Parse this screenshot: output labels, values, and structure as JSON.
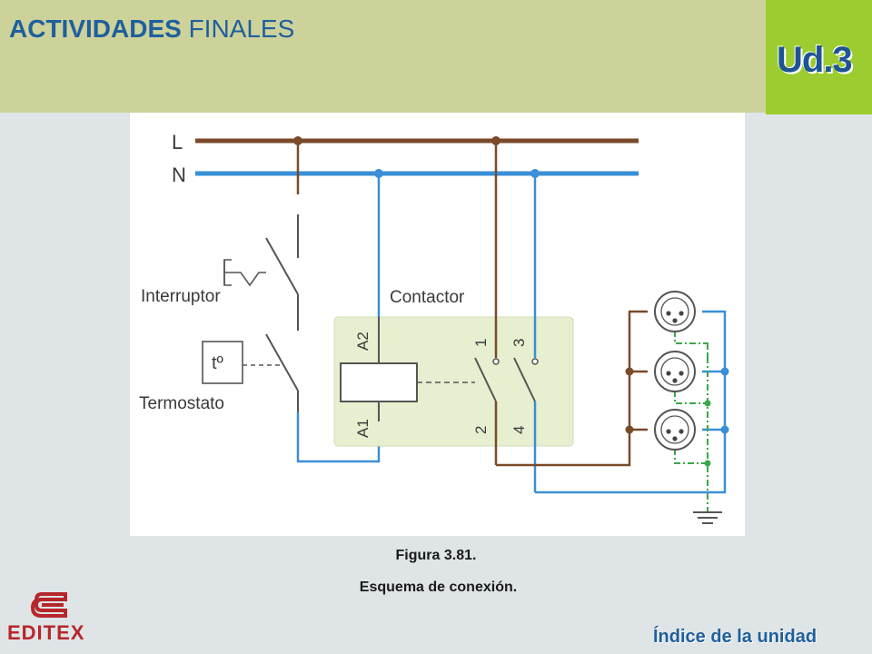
{
  "header": {
    "title_bold": "ACTIVIDADES",
    "title_rest": " FINALES",
    "unit": "Ud.3"
  },
  "diagram": {
    "line_L": "L",
    "line_N": "N",
    "switch_label": "Interruptor",
    "thermostat_label": "Termostato",
    "thermostat_symbol": "tº",
    "contactor_label": "Contactor",
    "terminal_A2": "A2",
    "terminal_A1": "A1",
    "terminal_1": "1",
    "terminal_2": "2",
    "terminal_3": "3",
    "terminal_4": "4"
  },
  "caption": {
    "figure": "Figura 3.81.",
    "description": "Esquema de conexión."
  },
  "footer": {
    "logo": "EDITEX",
    "index_link": "Índice de la unidad"
  },
  "colors": {
    "phase": "#7a4a2a",
    "neutral": "#3a8fd6",
    "earth": "#3aa84a",
    "wire_gray": "#555555"
  }
}
